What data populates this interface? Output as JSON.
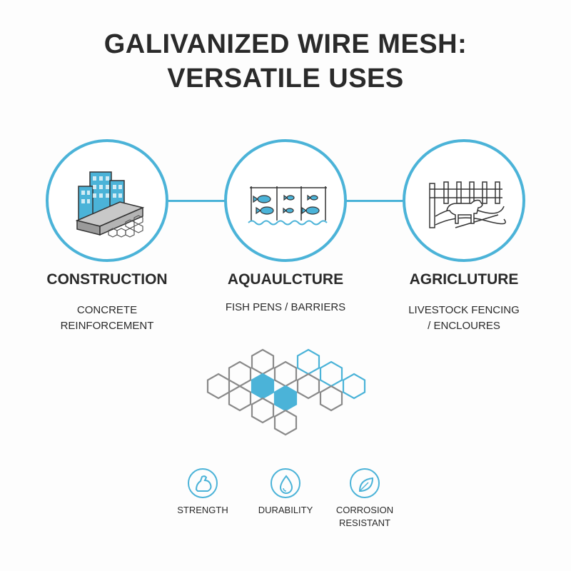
{
  "title": {
    "line1": "GALIVANIZED WIRE MESH:",
    "line2": "VERSATILE USES"
  },
  "uses": [
    {
      "title": "CONSTRUCTION",
      "desc1": "CONCRETE",
      "desc2": "REINFORCEMENT",
      "icon": "building-concrete-icon"
    },
    {
      "title": "AQUAULCTURE",
      "desc1": "FISH PENS / BARRIERS",
      "desc2": "",
      "icon": "fish-pen-icon"
    },
    {
      "title": "AGRICLUTURE",
      "desc1": "LIVESTOCK FENCING",
      "desc2": "/ ENCLOURES",
      "icon": "livestock-fence-icon"
    }
  ],
  "features": [
    {
      "label1": "STRENGTH",
      "label2": "",
      "icon": "flexed-arm-icon"
    },
    {
      "label1": "DURABILITY",
      "label2": "",
      "icon": "water-drop-icon"
    },
    {
      "label1": "CORROSION",
      "label2": "RESISTANT",
      "icon": "leaf-icon"
    }
  ],
  "colors": {
    "accent": "#4bb3d8",
    "text": "#2a2a2a",
    "hex_outline": "#8a8a8a"
  }
}
